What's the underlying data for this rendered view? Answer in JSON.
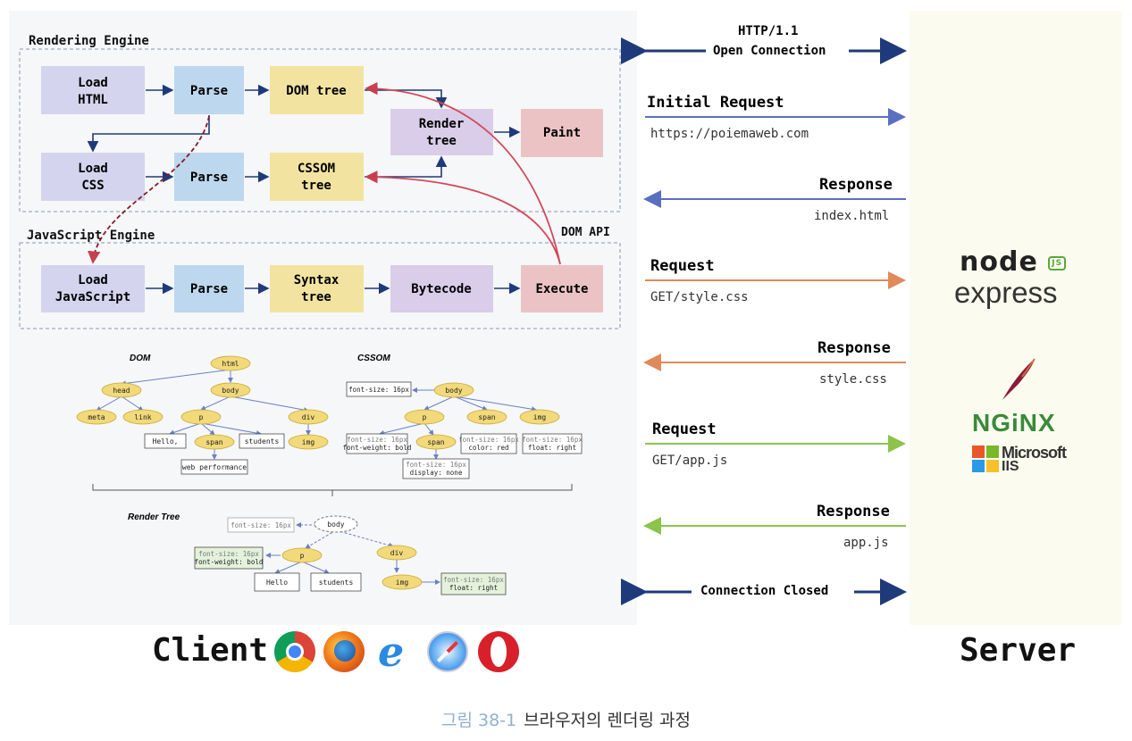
{
  "rendering_engine": {
    "title": "Rendering Engine",
    "load_html": [
      "Load",
      "HTML"
    ],
    "parse_html": "Parse",
    "dom_tree": "DOM tree",
    "load_css": [
      "Load",
      "CSS"
    ],
    "parse_css": "Parse",
    "cssom_tree": [
      "CSSOM",
      "tree"
    ],
    "render_tree": [
      "Render",
      "tree"
    ],
    "paint": "Paint"
  },
  "javascript_engine": {
    "title": "JavaScript Engine",
    "dom_api": "DOM API",
    "load_js": [
      "Load",
      "JavaScript"
    ],
    "parse": "Parse",
    "syntax_tree": [
      "Syntax",
      "tree"
    ],
    "bytecode": "Bytecode",
    "execute": "Execute"
  },
  "trees": {
    "dom_label": "DOM",
    "cssom_label": "CSSOM",
    "render_label": "Render Tree",
    "dom": {
      "html": "html",
      "head": "head",
      "body": "body",
      "meta": "meta",
      "link": "link",
      "p": "p",
      "div": "div",
      "hello": "Hello,",
      "span": "span",
      "students": "students",
      "img": "img",
      "web_performance": "web performance"
    },
    "cssom": {
      "body_note": "font-size: 16px",
      "body": "body",
      "p": "p",
      "span": "span",
      "img": "img",
      "p_note": [
        "font-size: 16px",
        "font-weight: bold"
      ],
      "span_note": [
        "font-size: 16px",
        "color: red"
      ],
      "img_note": [
        "font-size: 16px",
        "float: right"
      ],
      "p_span_note": [
        "font-size: 16px",
        "display: none"
      ]
    },
    "render": {
      "body_note": "font-size: 16px",
      "body": "body",
      "p": "p",
      "div": "div",
      "img": "img",
      "p_note": [
        "font-size: 16px",
        "font-weight: bold"
      ],
      "hello": "Hello",
      "students": "students",
      "img_note": [
        "font-size: 16px",
        "float: right"
      ]
    }
  },
  "messages": {
    "open": [
      "HTTP/1.1",
      "Open Connection"
    ],
    "initial_request": "Initial Request",
    "initial_url": "https://poiemaweb.com",
    "response1": "Response",
    "response1_file": "index.html",
    "request2": "Request",
    "request2_path": "GET/style.css",
    "response2": "Response",
    "response2_file": "style.css",
    "request3": "Request",
    "request3_path": "GET/app.js",
    "response3": "Response",
    "response3_file": "app.js",
    "closed": "Connection Closed"
  },
  "server_logos": {
    "node": "node",
    "node_badge": "JS",
    "express": "express",
    "nginx": "NGiNX",
    "microsoft": "Microsoft",
    "iis": "IIS"
  },
  "footer": {
    "client": "Client",
    "server": "Server",
    "browsers": [
      "chrome-icon",
      "firefox-icon",
      "internet-explorer-icon",
      "safari-icon",
      "opera-icon"
    ]
  },
  "caption": {
    "number": "그림 38-1",
    "text": "브라우저의 렌더링 과정"
  },
  "colors": {
    "blue_arrow": "#5a6fc0",
    "orange_arrow": "#e08a5a",
    "green_arrow": "#8cc44a",
    "red_curve": "#d24a5a",
    "navy": "#1f3a7a"
  }
}
